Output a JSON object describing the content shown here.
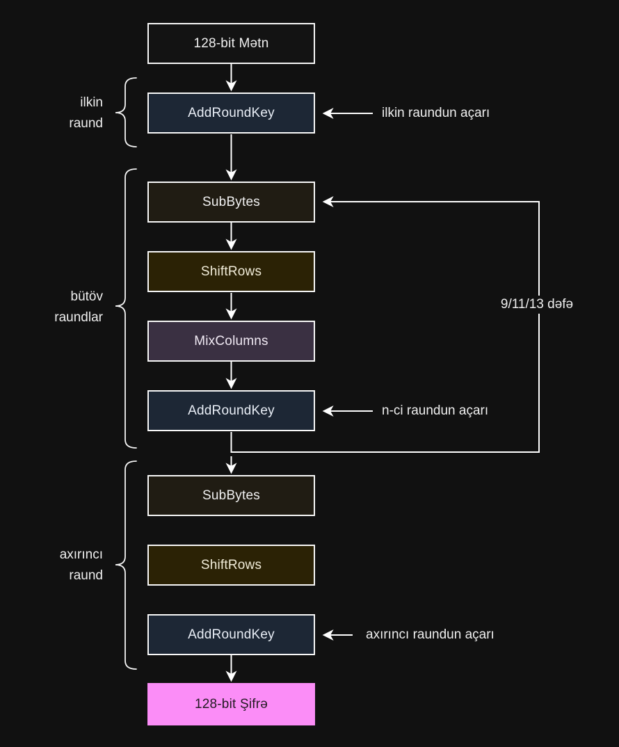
{
  "diagram": {
    "type": "flowchart",
    "subject": "AES (128-bit) encryption round structure",
    "language": "Azerbaijani"
  },
  "boxes": [
    {
      "name": "plaintext",
      "label": "128-bit Mətn"
    },
    {
      "name": "addroundkey-initial",
      "label": "AddRoundKey"
    },
    {
      "name": "subbytes-main",
      "label": "SubBytes"
    },
    {
      "name": "shiftrows-main",
      "label": "ShiftRows"
    },
    {
      "name": "mixcolumns",
      "label": "MixColumns"
    },
    {
      "name": "addroundkey-main",
      "label": "AddRoundKey"
    },
    {
      "name": "subbytes-final",
      "label": "SubBytes"
    },
    {
      "name": "shiftrows-final",
      "label": "ShiftRows"
    },
    {
      "name": "addroundkey-final",
      "label": "AddRoundKey"
    },
    {
      "name": "ciphertext",
      "label": "128-bit Şifrə"
    }
  ],
  "round_labels": [
    {
      "name": "initial-round",
      "lines": [
        "ilkin",
        "raund"
      ]
    },
    {
      "name": "main-rounds",
      "lines": [
        "bütöv",
        "raundlar"
      ]
    },
    {
      "name": "final-round",
      "lines": [
        "axırıncı",
        "raund"
      ]
    }
  ],
  "key_arrow_labels": [
    "ilkin raundun açarı",
    "n-ci raundun açarı",
    "axırıncı raundun açarı"
  ],
  "loop_label": "9/11/13 dəfə",
  "colors": {
    "background": "#111111",
    "box_border": "#f8f8f8",
    "plaintext_fill": "#131313",
    "addroundkey_fill": "#1d2735",
    "subbytes_fill": "#201c13",
    "shiftrows_fill": "#2b2205",
    "mixcolumns_fill": "#3a3042",
    "ciphertext_fill": "#fb8df7",
    "arrow_stroke": "#ffffff",
    "text": "#efefef"
  }
}
